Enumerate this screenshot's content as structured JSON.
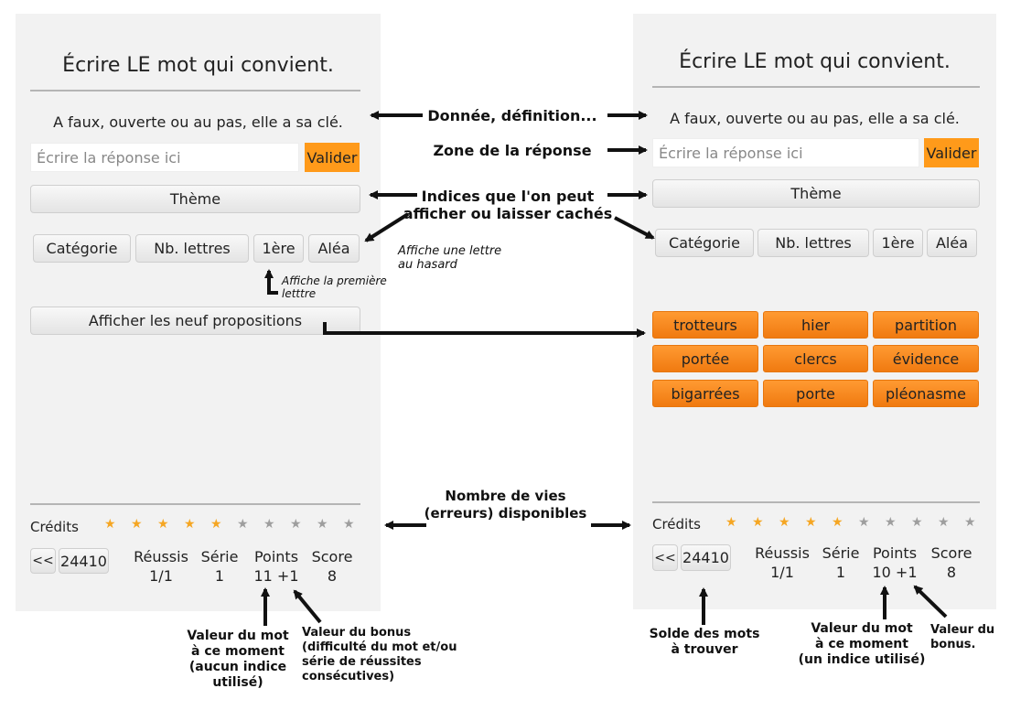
{
  "app": {
    "title": "Écrire LE mot qui convient.",
    "question": "A faux, ouverte ou au pas, elle a sa clé.",
    "input_placeholder": "Écrire la réponse ici",
    "validate_label": "Valider",
    "theme_label": "Thème",
    "hints": [
      "Catégorie",
      "Nb. lettres",
      "1ère",
      "Aléa"
    ],
    "show_propositions_label": "Afficher les neuf propositions",
    "propositions": [
      "trotteurs",
      "hier",
      "partition",
      "portée",
      "clercs",
      "évidence",
      "bigarrées",
      "porte",
      "pléonasme"
    ],
    "credits_label": "Crédits",
    "stars_filled": 5,
    "stars_total": 10,
    "back_label": "<<",
    "word_balance": "24410",
    "stat_labels": [
      "Réussis",
      "Série",
      "Points",
      "Score"
    ],
    "left_stats": [
      "1/1",
      "1",
      "11 +1",
      "8"
    ],
    "right_stats": [
      "1/1",
      "1",
      "10 +1",
      "8"
    ],
    "colors": {
      "accent": "#ff9a1a",
      "star_on": "#f5a623",
      "star_off": "#9e9e9e",
      "panel": "#f2f2f2"
    }
  },
  "annotations": {
    "donnee": "Donnée, définition...",
    "zone": "Zone de la réponse",
    "indices_1": "Indices que l'on peut",
    "indices_2": "afficher ou laisser cachés",
    "alea_1": "Affiche une lettre",
    "alea_2": "au hasard",
    "premiere_1": "Affiche la première",
    "premiere_2": "letttre",
    "vies_1": "Nombre de vies",
    "vies_2": "(erreurs) disponibles",
    "valeur_left_1": "Valeur du mot",
    "valeur_left_2": "à ce moment",
    "valeur_left_3": "(aucun indice",
    "valeur_left_4": "utilisé)",
    "bonus_left_1": "Valeur du bonus",
    "bonus_left_2": "(difficulté du mot et/ou",
    "bonus_left_3": "série de réussites",
    "bonus_left_4": "consécutives)",
    "solde_1": "Solde des mots",
    "solde_2": "à trouver",
    "valeur_right_1": "Valeur du mot",
    "valeur_right_2": "à ce moment",
    "valeur_right_3": "(un indice utilisé)",
    "bonus_right_1": "Valeur du",
    "bonus_right_2": "bonus."
  }
}
